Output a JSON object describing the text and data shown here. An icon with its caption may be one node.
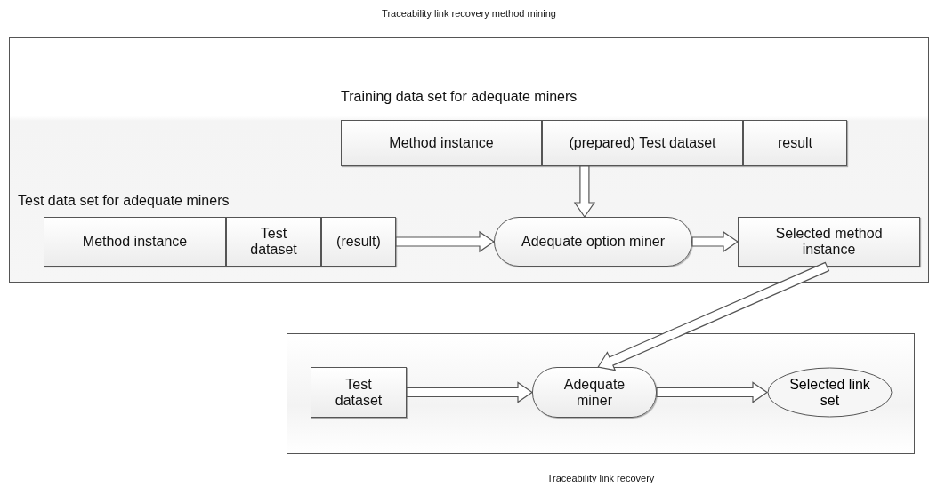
{
  "diagram": {
    "nodes": [
      {
        "text": [
          "Traceability link recovery method mining"
        ]
      },
      {
        "text": [
          "Training data set for adequate miners"
        ],
        "in": 0
      },
      {
        "text": [
          "Method instance"
        ],
        "in": 1
      },
      {
        "text": [
          "(prepared) Test dataset"
        ],
        "in": 1
      },
      {
        "text": [
          "result"
        ],
        "in": 1
      },
      {
        "text": [
          "Test data set for adequate miners"
        ],
        "in": 0
      },
      {
        "text": [
          "Method instance"
        ],
        "in": 5
      },
      {
        "text": [
          "Test dataset"
        ],
        "in": 5
      },
      {
        "text": [
          "(result)"
        ],
        "in": 5
      },
      {
        "text": [
          "Adequate option miner"
        ],
        "in": 0
      },
      {
        "text": [
          "Selected method instance"
        ],
        "in": 0
      },
      {
        "text": [
          "Traceability link recovery"
        ]
      },
      {
        "text": [
          "Test dataset"
        ],
        "in": 11
      },
      {
        "text": [
          "Adequate miner"
        ],
        "in": 11
      },
      {
        "text": [
          "Selected link set"
        ],
        "in": 11
      }
    ],
    "edges": [
      {
        "from": 3,
        "to": 9,
        "arrow": "to"
      },
      {
        "from": 8,
        "to": 9,
        "arrow": "to"
      },
      {
        "from": 9,
        "to": 10,
        "arrow": "to"
      },
      {
        "from": 10,
        "to": 13,
        "arrow": "to"
      },
      {
        "from": 12,
        "to": 13,
        "arrow": "to"
      },
      {
        "from": 13,
        "to": 14,
        "arrow": "to"
      }
    ]
  }
}
